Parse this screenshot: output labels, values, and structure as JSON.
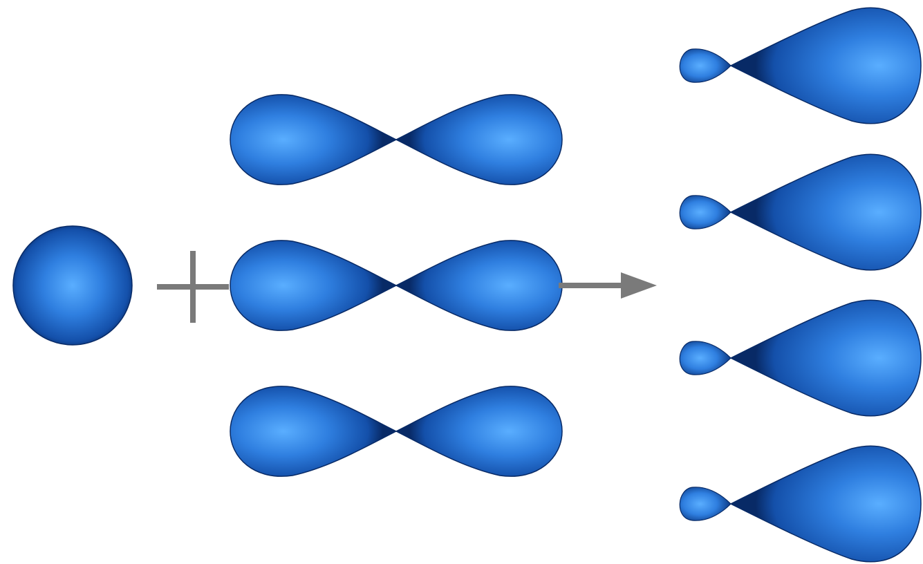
{
  "diagram": {
    "colors": {
      "orbital_highlight": "#5aaeff",
      "orbital_mid": "#2f7fe0",
      "orbital_dark": "#0f3f8f",
      "orbital_edge": "#082a66",
      "operator": "#7a7a7a",
      "background": "#ffffff"
    },
    "reactants": {
      "s_orbital": {
        "icon": "s-orbital-sphere-icon",
        "count": 1
      },
      "operator": {
        "icon": "plus-icon"
      },
      "p_orbitals": {
        "icon": "p-orbital-dumbbell-icon",
        "count": 3
      }
    },
    "transition": {
      "icon": "right-arrow-icon"
    },
    "products": {
      "hybrid_orbitals": {
        "icon": "sp3-hybrid-orbital-icon",
        "count": 4
      }
    }
  }
}
